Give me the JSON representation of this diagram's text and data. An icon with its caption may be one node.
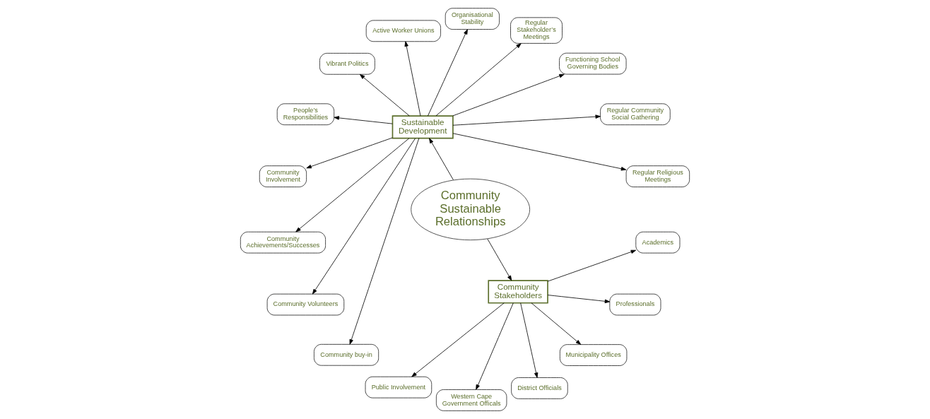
{
  "diagram": {
    "nodes": [
      {
        "text": [
          "Community Sustainable Relationships"
        ]
      },
      {
        "text": [
          "Sustainable Development"
        ]
      },
      {
        "text": [
          "Community Stakeholders"
        ]
      },
      {
        "text": [
          "Regular Religious Meetings"
        ]
      },
      {
        "text": [
          "Regular Community Social Gathering"
        ]
      },
      {
        "text": [
          "Functioning School Governing Bodies"
        ]
      },
      {
        "text": [
          "Regular Stakeholder’s Meetings"
        ]
      },
      {
        "text": [
          "Organisational Stability"
        ]
      },
      {
        "text": [
          "Active Worker Unions"
        ]
      },
      {
        "text": [
          "Vibrant Politics"
        ]
      },
      {
        "text": [
          "People’s Responsibilities"
        ]
      },
      {
        "text": [
          "Community Involvement"
        ]
      },
      {
        "text": [
          "Community Achievements/Successes"
        ]
      },
      {
        "text": [
          "Community Volunteers"
        ]
      },
      {
        "text": [
          "Community buy-in"
        ]
      },
      {
        "text": [
          "Public Involvement"
        ]
      },
      {
        "text": [
          "Western Cape Government Officals"
        ]
      },
      {
        "text": [
          "District Officials"
        ]
      },
      {
        "text": [
          "Municipality Offices"
        ]
      },
      {
        "text": [
          "Professionals"
        ]
      },
      {
        "text": [
          "Academics"
        ]
      }
    ],
    "edges": [
      {
        "from": 0,
        "to": 1,
        "arrow": "to"
      },
      {
        "from": 0,
        "to": 2,
        "arrow": "to"
      },
      {
        "from": 1,
        "to": 3,
        "arrow": "to"
      },
      {
        "from": 1,
        "to": 4,
        "arrow": "to"
      },
      {
        "from": 1,
        "to": 5,
        "arrow": "to"
      },
      {
        "from": 1,
        "to": 6,
        "arrow": "to"
      },
      {
        "from": 1,
        "to": 7,
        "arrow": "to"
      },
      {
        "from": 1,
        "to": 8,
        "arrow": "to"
      },
      {
        "from": 1,
        "to": 9,
        "arrow": "to"
      },
      {
        "from": 1,
        "to": 10,
        "arrow": "to"
      },
      {
        "from": 1,
        "to": 11,
        "arrow": "to"
      },
      {
        "from": 1,
        "to": 12,
        "arrow": "to"
      },
      {
        "from": 1,
        "to": 13,
        "arrow": "to"
      },
      {
        "from": 1,
        "to": 14,
        "arrow": "to"
      },
      {
        "from": 2,
        "to": 15,
        "arrow": "to"
      },
      {
        "from": 2,
        "to": 16,
        "arrow": "to"
      },
      {
        "from": 2,
        "to": 17,
        "arrow": "to"
      },
      {
        "from": 2,
        "to": 18,
        "arrow": "to"
      },
      {
        "from": 2,
        "to": 19,
        "arrow": "to"
      },
      {
        "from": 2,
        "to": 20,
        "arrow": "to"
      }
    ]
  }
}
